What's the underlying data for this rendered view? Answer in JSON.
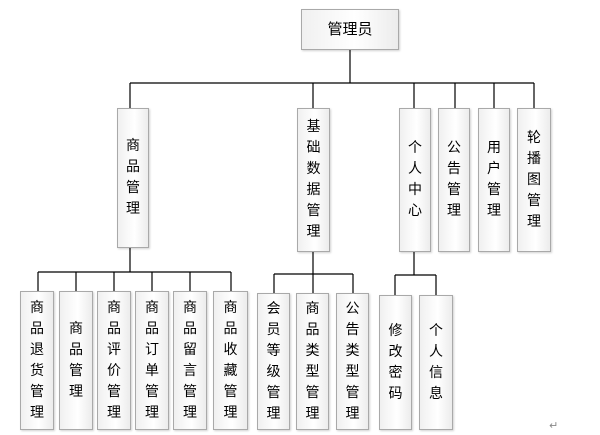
{
  "root": {
    "id": "admin",
    "label": "管理员"
  },
  "children": [
    {
      "id": "goods-mgmt",
      "label": "商品管理",
      "children": [
        {
          "id": "goods-return",
          "label": "商品退货管理"
        },
        {
          "id": "goods",
          "label": "商品管理"
        },
        {
          "id": "goods-review",
          "label": "商品评价管理"
        },
        {
          "id": "goods-order",
          "label": "商品订单管理"
        },
        {
          "id": "goods-comment",
          "label": "商品留言管理"
        },
        {
          "id": "goods-favorite",
          "label": "商品收藏管理"
        }
      ]
    },
    {
      "id": "basic-data",
      "label": "基础数据管理",
      "children": [
        {
          "id": "member-level",
          "label": "会员等级管理"
        },
        {
          "id": "goods-type",
          "label": "商品类型管理"
        },
        {
          "id": "notice-type",
          "label": "公告类型管理"
        }
      ]
    },
    {
      "id": "personal-center",
      "label": "个人中心",
      "children": [
        {
          "id": "change-password",
          "label": "修改密码"
        },
        {
          "id": "personal-info",
          "label": "个人信息"
        }
      ]
    },
    {
      "id": "notice-mgmt",
      "label": "公告管理"
    },
    {
      "id": "user-mgmt",
      "label": "用户管理"
    },
    {
      "id": "carousel-mgmt",
      "label": "轮播图管理"
    }
  ],
  "colors": {
    "line": "#000000",
    "border": "#a9a9a9",
    "fill": "#f5f5f5"
  },
  "paragraph_mark": "↵"
}
